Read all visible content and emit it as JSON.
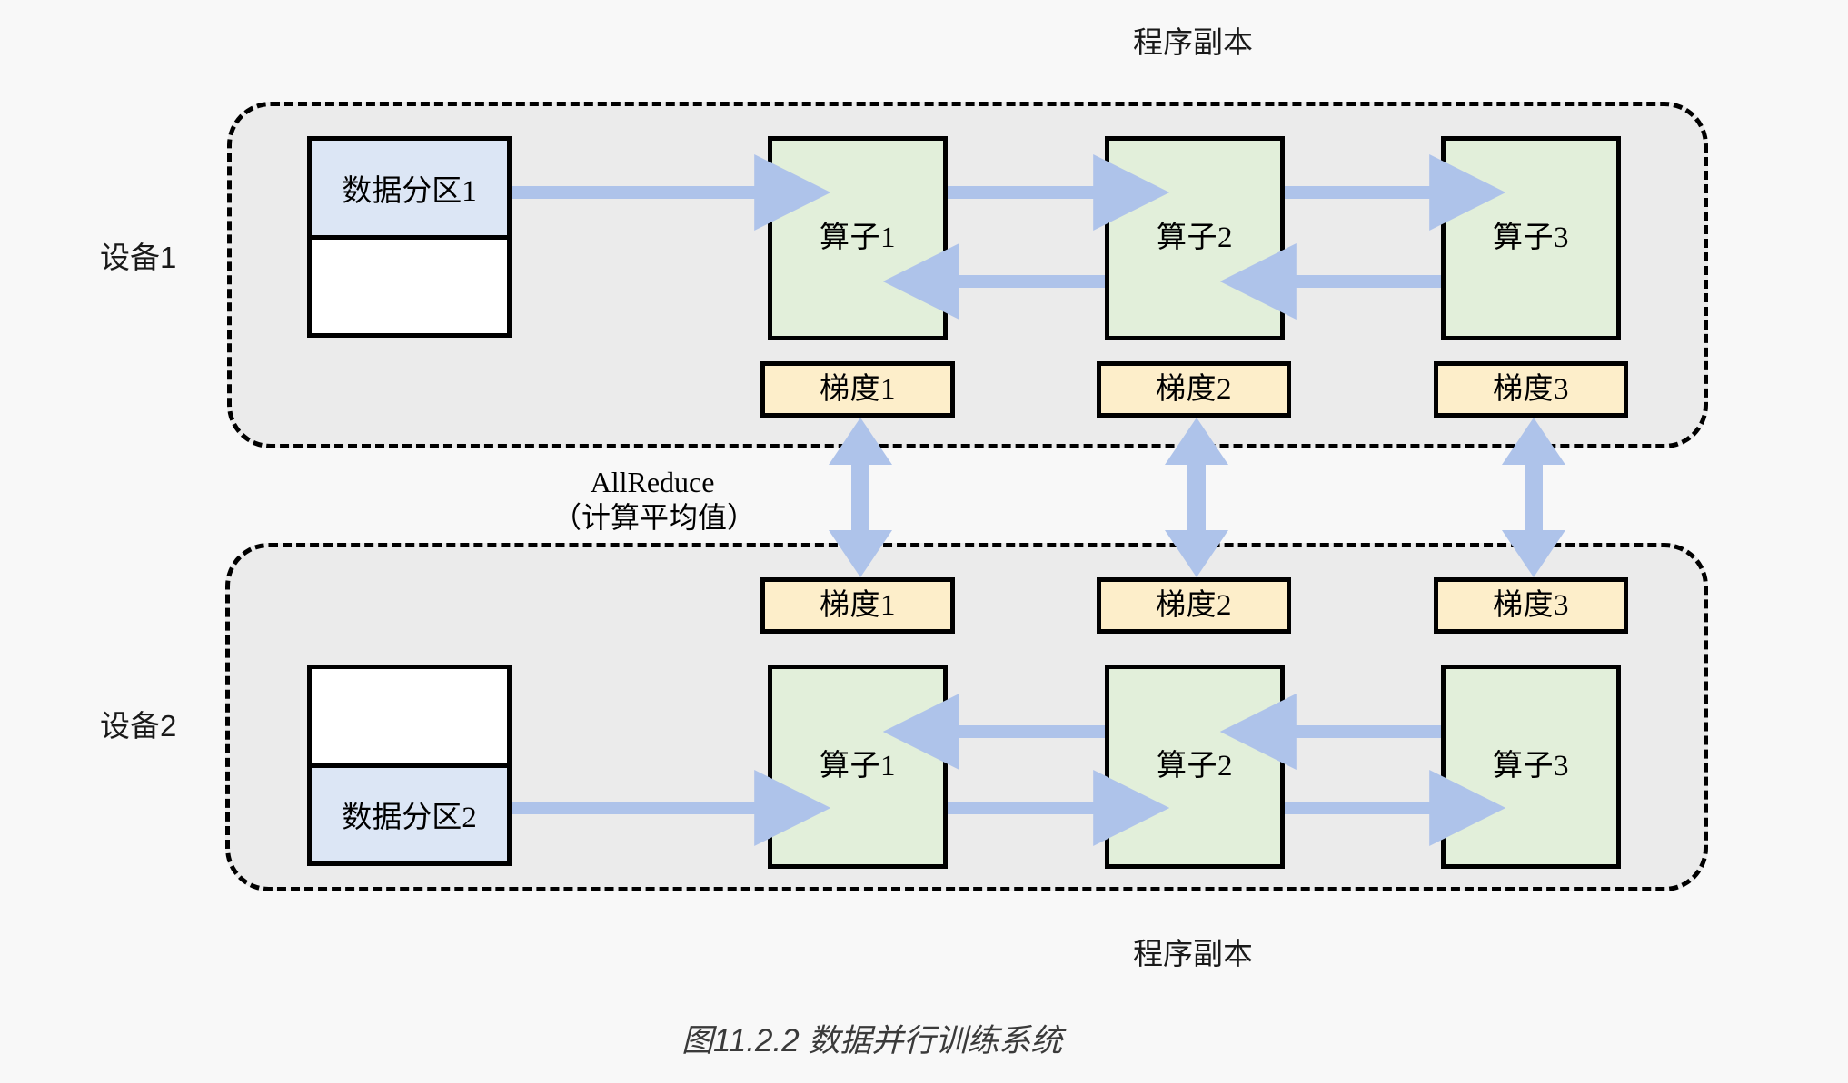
{
  "figure": {
    "caption": "图11.2.2 数据并行训练系统",
    "top_label": "程序副本",
    "bottom_label": "程序副本",
    "allreduce_line1": "AllReduce",
    "allreduce_line2": "（计算平均值）"
  },
  "colors": {
    "canvas_background": "#f8f8f8",
    "device_fill": "#ebebeb",
    "device_border": "#000000",
    "operator_fill": "#e2efda",
    "gradient_fill": "#fdeeca",
    "data_partition_fill": "#dce6f5",
    "data_partition_empty_fill": "#ffffff",
    "arrow_fill": "#aec3ea"
  },
  "devices": [
    {
      "label": "设备1",
      "data_block": {
        "top": {
          "text": "数据分区1",
          "filled": true
        },
        "bottom": {
          "text": "",
          "filled": false
        }
      },
      "operators": [
        "算子1",
        "算子2",
        "算子3"
      ],
      "gradients": [
        "梯度1",
        "梯度2",
        "梯度3"
      ]
    },
    {
      "label": "设备2",
      "data_block": {
        "top": {
          "text": "",
          "filled": false
        },
        "bottom": {
          "text": "数据分区2",
          "filled": true
        }
      },
      "operators": [
        "算子1",
        "算子2",
        "算子3"
      ],
      "gradients": [
        "梯度1",
        "梯度2",
        "梯度3"
      ]
    }
  ],
  "arrows": {
    "forward_direction": "left-to-right",
    "backward_direction": "right-to-left",
    "allreduce_direction": "bidirectional-vertical",
    "count_horizontal": 10,
    "count_vertical": 3
  }
}
